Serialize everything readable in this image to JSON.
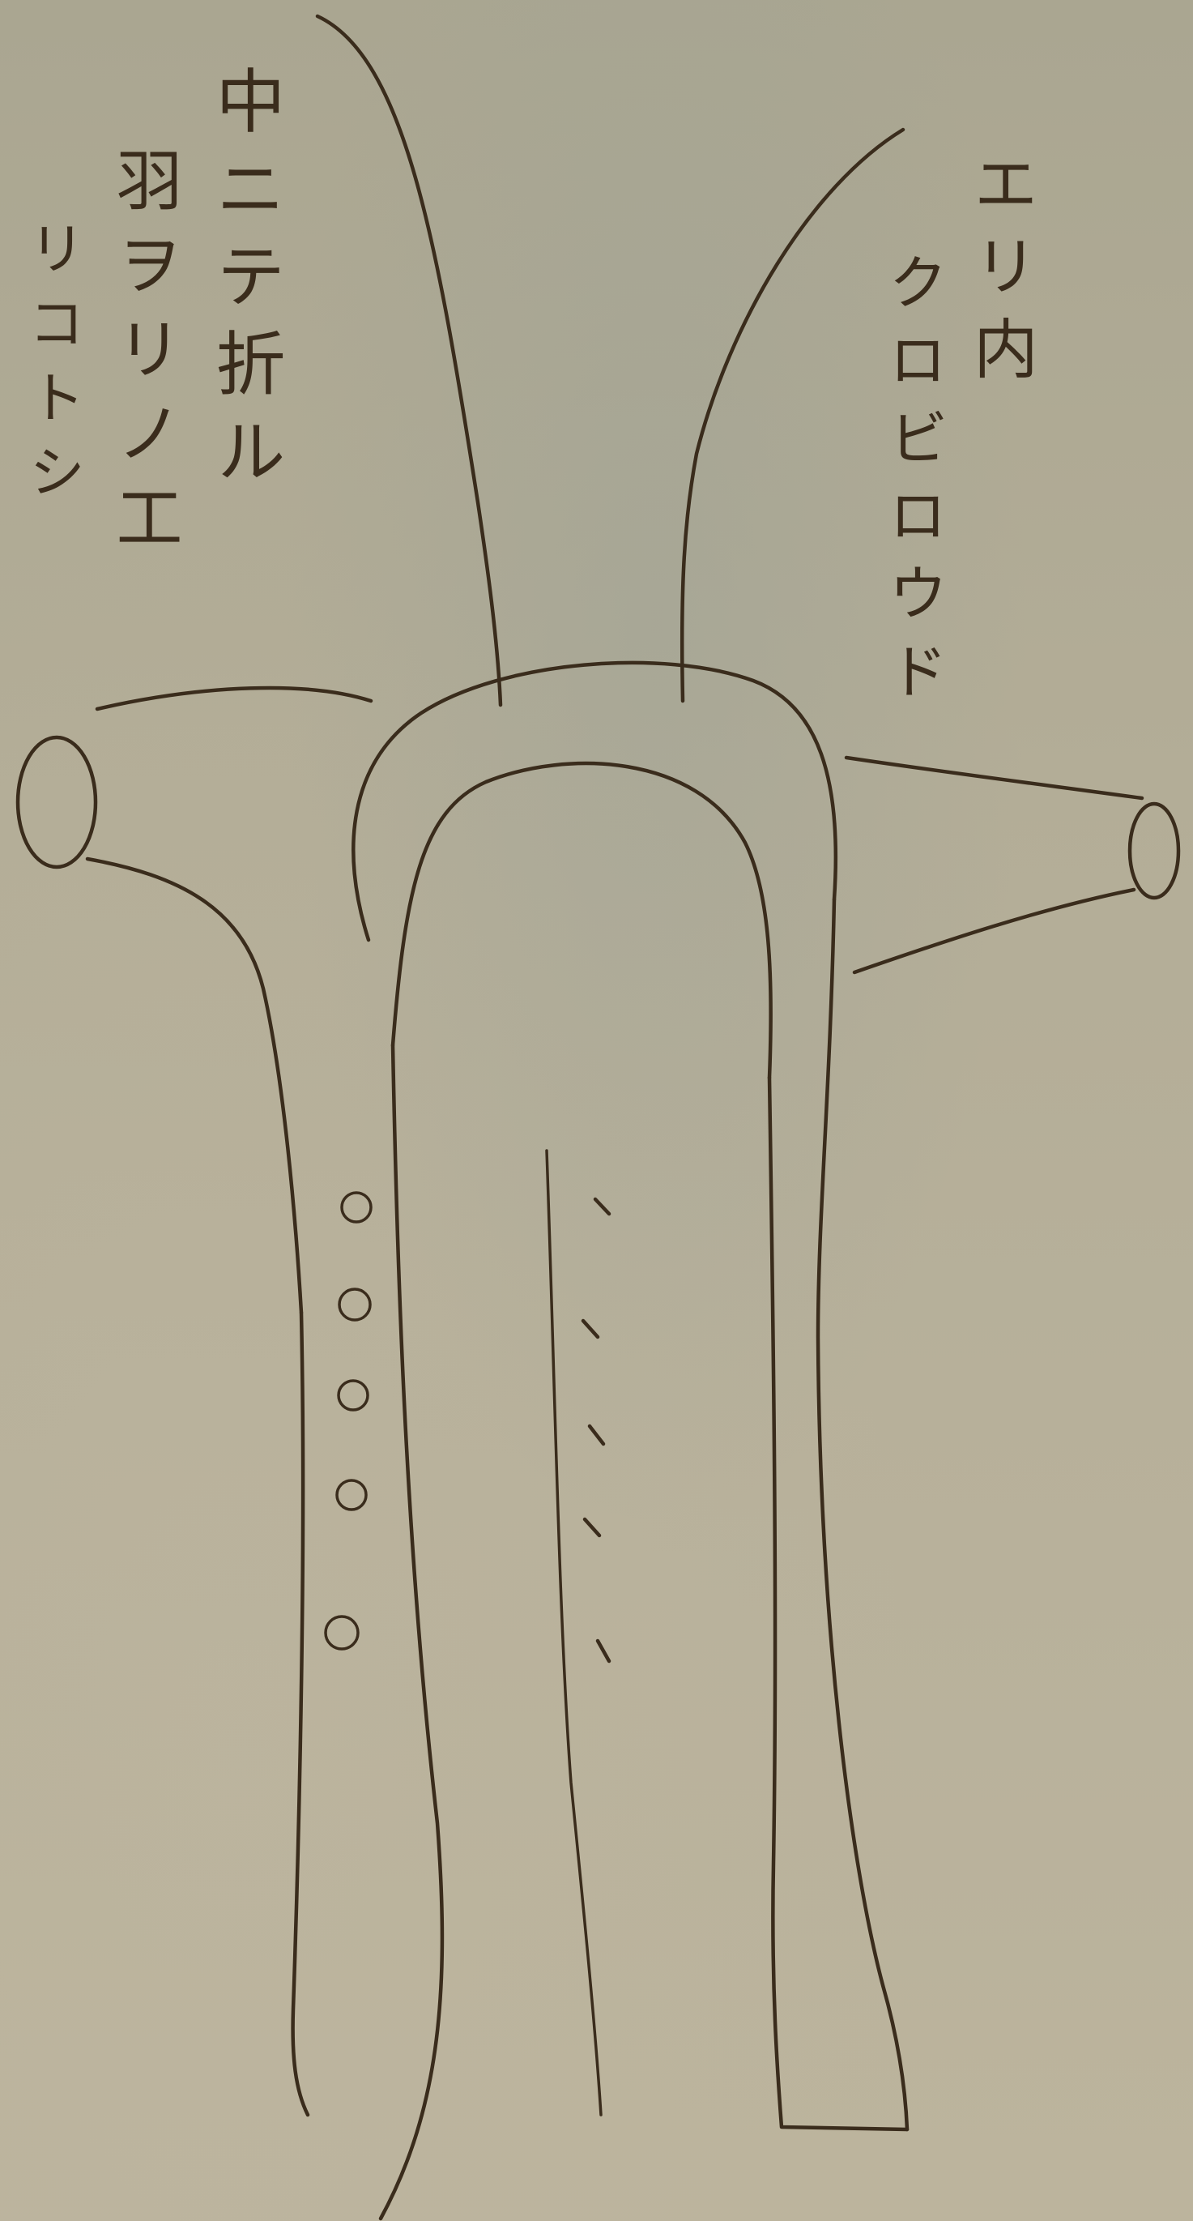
{
  "annotations": {
    "left": [
      "中ニテ折ル",
      "羽ヲリノ工",
      "リコトシ"
    ],
    "right": [
      "エリ内",
      "クロビロウド"
    ]
  },
  "colors": {
    "paper": "#b5ae98",
    "ink": "#3a2c1c"
  },
  "button_marks": {
    "count": 5
  },
  "stitch_marks": {
    "count": 5
  }
}
